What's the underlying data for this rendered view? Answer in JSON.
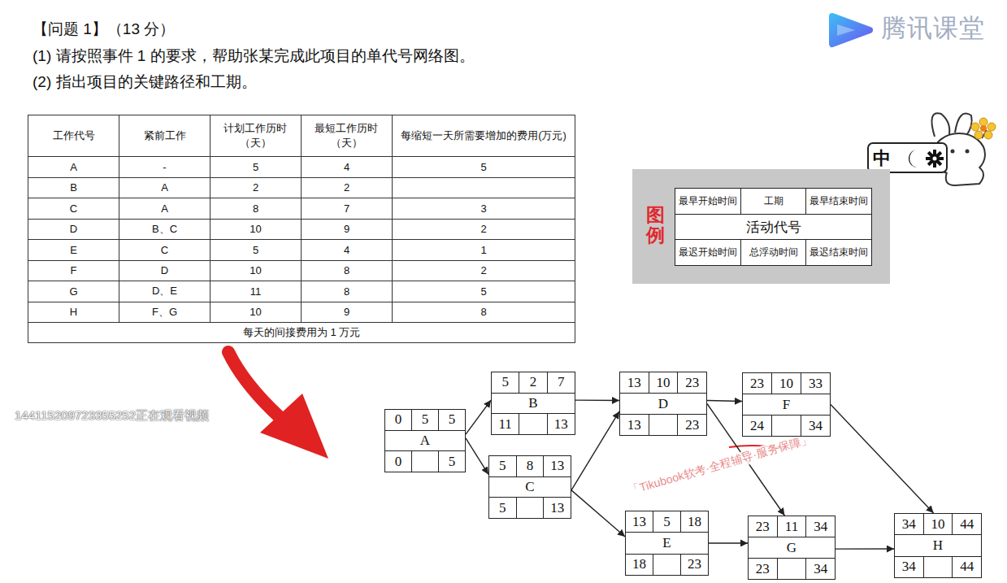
{
  "diagram": {
    "title": "【问题 1】（13 分）",
    "nodes": [
      {
        "text": [
          "图例"
        ]
      },
      {
        "text": [
          "最早开始时间",
          "工期",
          "最早结束时间",
          "活动代号",
          "最迟开始时间",
          "总浮动时间",
          "最迟结束时间"
        ],
        "in": 0
      },
      {
        "text": [
          "0",
          "5",
          "5",
          "A",
          "0",
          "5"
        ]
      },
      {
        "text": [
          "5",
          "2",
          "7",
          "B",
          "11",
          "13"
        ]
      },
      {
        "text": [
          "5",
          "8",
          "13",
          "C",
          "5",
          "13"
        ]
      },
      {
        "text": [
          "13",
          "10",
          "23",
          "D",
          "13",
          "23"
        ]
      },
      {
        "text": [
          "13",
          "5",
          "18",
          "E",
          "18",
          "23"
        ]
      },
      {
        "text": [
          "23",
          "10",
          "33",
          "F",
          "24",
          "34"
        ]
      },
      {
        "text": [
          "23",
          "11",
          "34",
          "G",
          "23",
          "34"
        ]
      },
      {
        "text": [
          "34",
          "10",
          "44",
          "H",
          "34",
          "44"
        ]
      }
    ],
    "edges": [
      {
        "from": 2,
        "to": 3,
        "arrow": "to"
      },
      {
        "from": 2,
        "to": 4,
        "arrow": "to"
      },
      {
        "from": 3,
        "to": 5,
        "arrow": "to"
      },
      {
        "from": 4,
        "to": 5,
        "arrow": "to"
      },
      {
        "from": 4,
        "to": 6,
        "arrow": "to"
      },
      {
        "from": 5,
        "to": 7,
        "arrow": "to"
      },
      {
        "from": 5,
        "to": 8,
        "arrow": "to"
      },
      {
        "from": 6,
        "to": 8,
        "arrow": "to"
      },
      {
        "from": 7,
        "to": 9,
        "arrow": "to"
      },
      {
        "from": 8,
        "to": 9,
        "arrow": "to"
      }
    ],
    "labels": [
      "(1) 请按照事件 1 的要求，帮助张某完成此项目的单代号网络图。",
      "(2) 指出项目的关键路径和工期。",
      "腾讯课堂",
      "工作代号",
      "紧前工作",
      "计划工作历时（天）",
      "最短工作历时（天）",
      "每缩短一天所需要增加的费用(万元)",
      "A",
      "-",
      "5",
      "4",
      "5",
      "B",
      "A",
      "2",
      "2",
      "C",
      "A",
      "8",
      "7",
      "3",
      "D",
      "B、C",
      "10",
      "9",
      "2",
      "E",
      "C",
      "5",
      "4",
      "1",
      "F",
      "D",
      "10",
      "8",
      "2",
      "G",
      "D、E",
      "11",
      "8",
      "5",
      "H",
      "F、G",
      "10",
      "9",
      "8",
      "每天的间接费用为 1 万元",
      "中",
      "144115209723355252正在观看视频",
      "「Tikubook软考·全程辅导·服务保障」"
    ]
  }
}
